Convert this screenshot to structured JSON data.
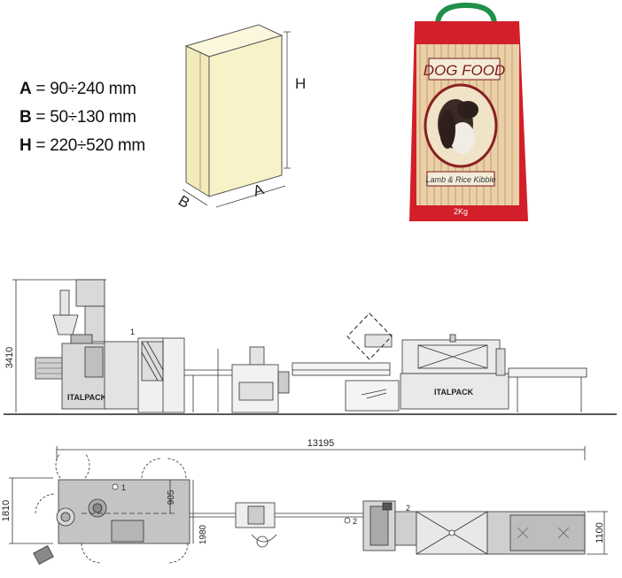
{
  "dimensions": {
    "specs": [
      {
        "letter": "A",
        "range": "90÷240 mm"
      },
      {
        "letter": "B",
        "range": "50÷130 mm"
      },
      {
        "letter": "H",
        "range": "220÷520 mm"
      }
    ],
    "box_labels": {
      "a": "A",
      "b": "B",
      "h": "H"
    }
  },
  "bag": {
    "title": "DOG FOOD",
    "subtitle": "Lamb & Rice Kibble",
    "weight": "2Kg"
  },
  "side_view": {
    "height": "3410",
    "brand_1": "ITALPACK",
    "brand_2": "ITALPACK",
    "marker_1": "1"
  },
  "plan_view": {
    "total_length": "13195",
    "width_left": "1810",
    "width_inner": "905",
    "width_mid": "1980",
    "width_right": "1100",
    "marker_1": "1",
    "marker_2": "2",
    "marker_2b": "2"
  },
  "colors": {
    "box_fill": "#f8f2c8",
    "bag_red": "#d21f2a",
    "bag_stripe": "#e8c9a0",
    "handle_green": "#1f8f4a",
    "machine_fill": "#d9d9d9",
    "plan_fill": "#c4c4c4"
  }
}
